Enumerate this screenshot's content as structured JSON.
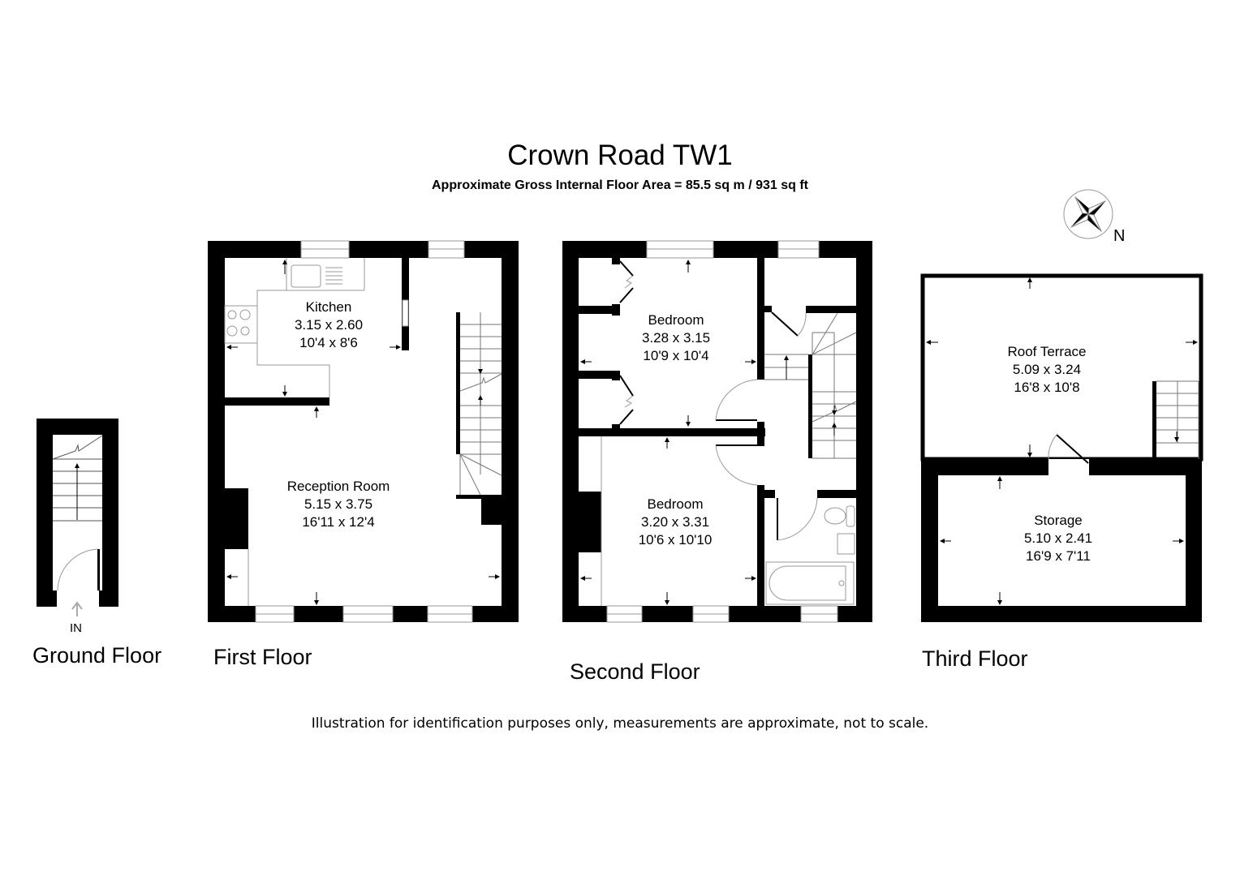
{
  "header": {
    "title": "Crown Road TW1",
    "area": "Approximate Gross Internal Floor Area  = 85.5 sq m  / 931 sq ft"
  },
  "compass": {
    "icon": "north-compass-icon",
    "label": "N"
  },
  "floors": {
    "ground": {
      "label": "Ground Floor",
      "entrance": "IN"
    },
    "first": {
      "label": "First Floor",
      "rooms": [
        {
          "name": "Kitchen",
          "metric": "3.15 x 2.60",
          "imperial": "10'4 x 8'6"
        },
        {
          "name": "Reception Room",
          "metric": "5.15 x 3.75",
          "imperial": "16'11 x 12'4"
        }
      ]
    },
    "second": {
      "label": "Second Floor",
      "rooms": [
        {
          "name": "Bedroom",
          "metric": "3.28 x 3.15",
          "imperial": "10'9 x 10'4"
        },
        {
          "name": "Bedroom",
          "metric": "3.20 x 3.31",
          "imperial": "10'6 x 10'10"
        }
      ]
    },
    "third": {
      "label": "Third Floor",
      "rooms": [
        {
          "name": "Roof Terrace",
          "metric": "5.09 x 3.24",
          "imperial": "16'8 x 10'8"
        },
        {
          "name": "Storage",
          "metric": "5.10 x 2.41",
          "imperial": "16'9 x 7'11"
        }
      ]
    }
  },
  "footer": {
    "disclaimer": "Illustration for identification purposes only, measurements are approximate, not to scale."
  }
}
